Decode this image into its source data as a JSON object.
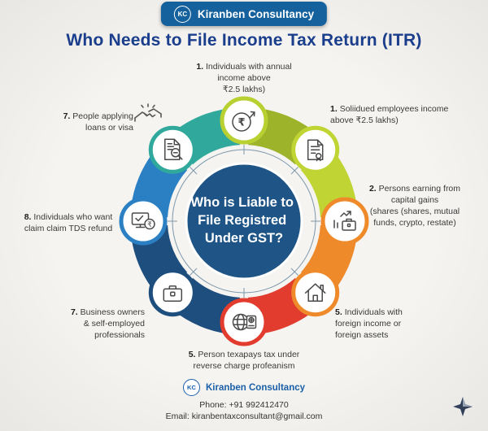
{
  "header": {
    "logo_text": "KC",
    "brand": "Kiranben Consultancy"
  },
  "title": "Who Needs to File Income Tax Return (ITR)",
  "center": {
    "line1": "Who is Liable to",
    "line2": "File Registred",
    "line3": "Under GST?"
  },
  "labels": {
    "top": {
      "num": "1.",
      "text": "Individuals with annual\nincome above\n₹2.5 lakhs)"
    },
    "right_top": {
      "num": "1.",
      "text": "Soliidued employees income\nabove ₹2.5 lakhs)"
    },
    "right": {
      "num": "2.",
      "text": "Persons earning from\ncapital gains\n(shares (shares, mutual\nfunds, crypto, restate)"
    },
    "right_bottom": {
      "num": "5.",
      "text": "Individuals with\nforeign income or\nforeign assets"
    },
    "bottom": {
      "num": "5.",
      "text": "Person texapays tax under\nreverse charge profeanism"
    },
    "left_bottom": {
      "num": "7.",
      "text": "Business owners\n& self-employed\nprofessionals"
    },
    "left": {
      "num": "8.",
      "text": "Individuals who want\nclaim claim TDS refund"
    },
    "left_top": {
      "num": "7.",
      "text": "People applying\nloans or visa"
    }
  },
  "footer": {
    "logo_text": "KC",
    "brand": "Kiranben Consultancy",
    "phone": "Phone: +91 992412470",
    "email": "Email: kiranbentaxconsultant@gmail.com"
  },
  "icons": {
    "wheel": [
      "rupee-growth",
      "certificate",
      "capital-gains",
      "house",
      "globe-passport",
      "briefcase",
      "monitor-rupee",
      "document-audit"
    ],
    "decor": [
      "handshake",
      "sparkle"
    ]
  },
  "colors": {
    "header_bg": "#15619d",
    "title": "#1b3e8c",
    "brand_blue": "#1a5fa8",
    "center_fill": "#1e5486",
    "segments": [
      "#9db32a",
      "#c0d534",
      "#ef8a2b",
      "#e23c2e",
      "#1d4e7d",
      "#1d4e7d",
      "#2b80c4",
      "#30a99c"
    ],
    "rings": [
      "#b8d032",
      "#c0d534",
      "#ef8a2b",
      "#ef8a2b",
      "#e23c2e",
      "#1d4e7d",
      "#2b80c4",
      "#30a99c"
    ]
  }
}
